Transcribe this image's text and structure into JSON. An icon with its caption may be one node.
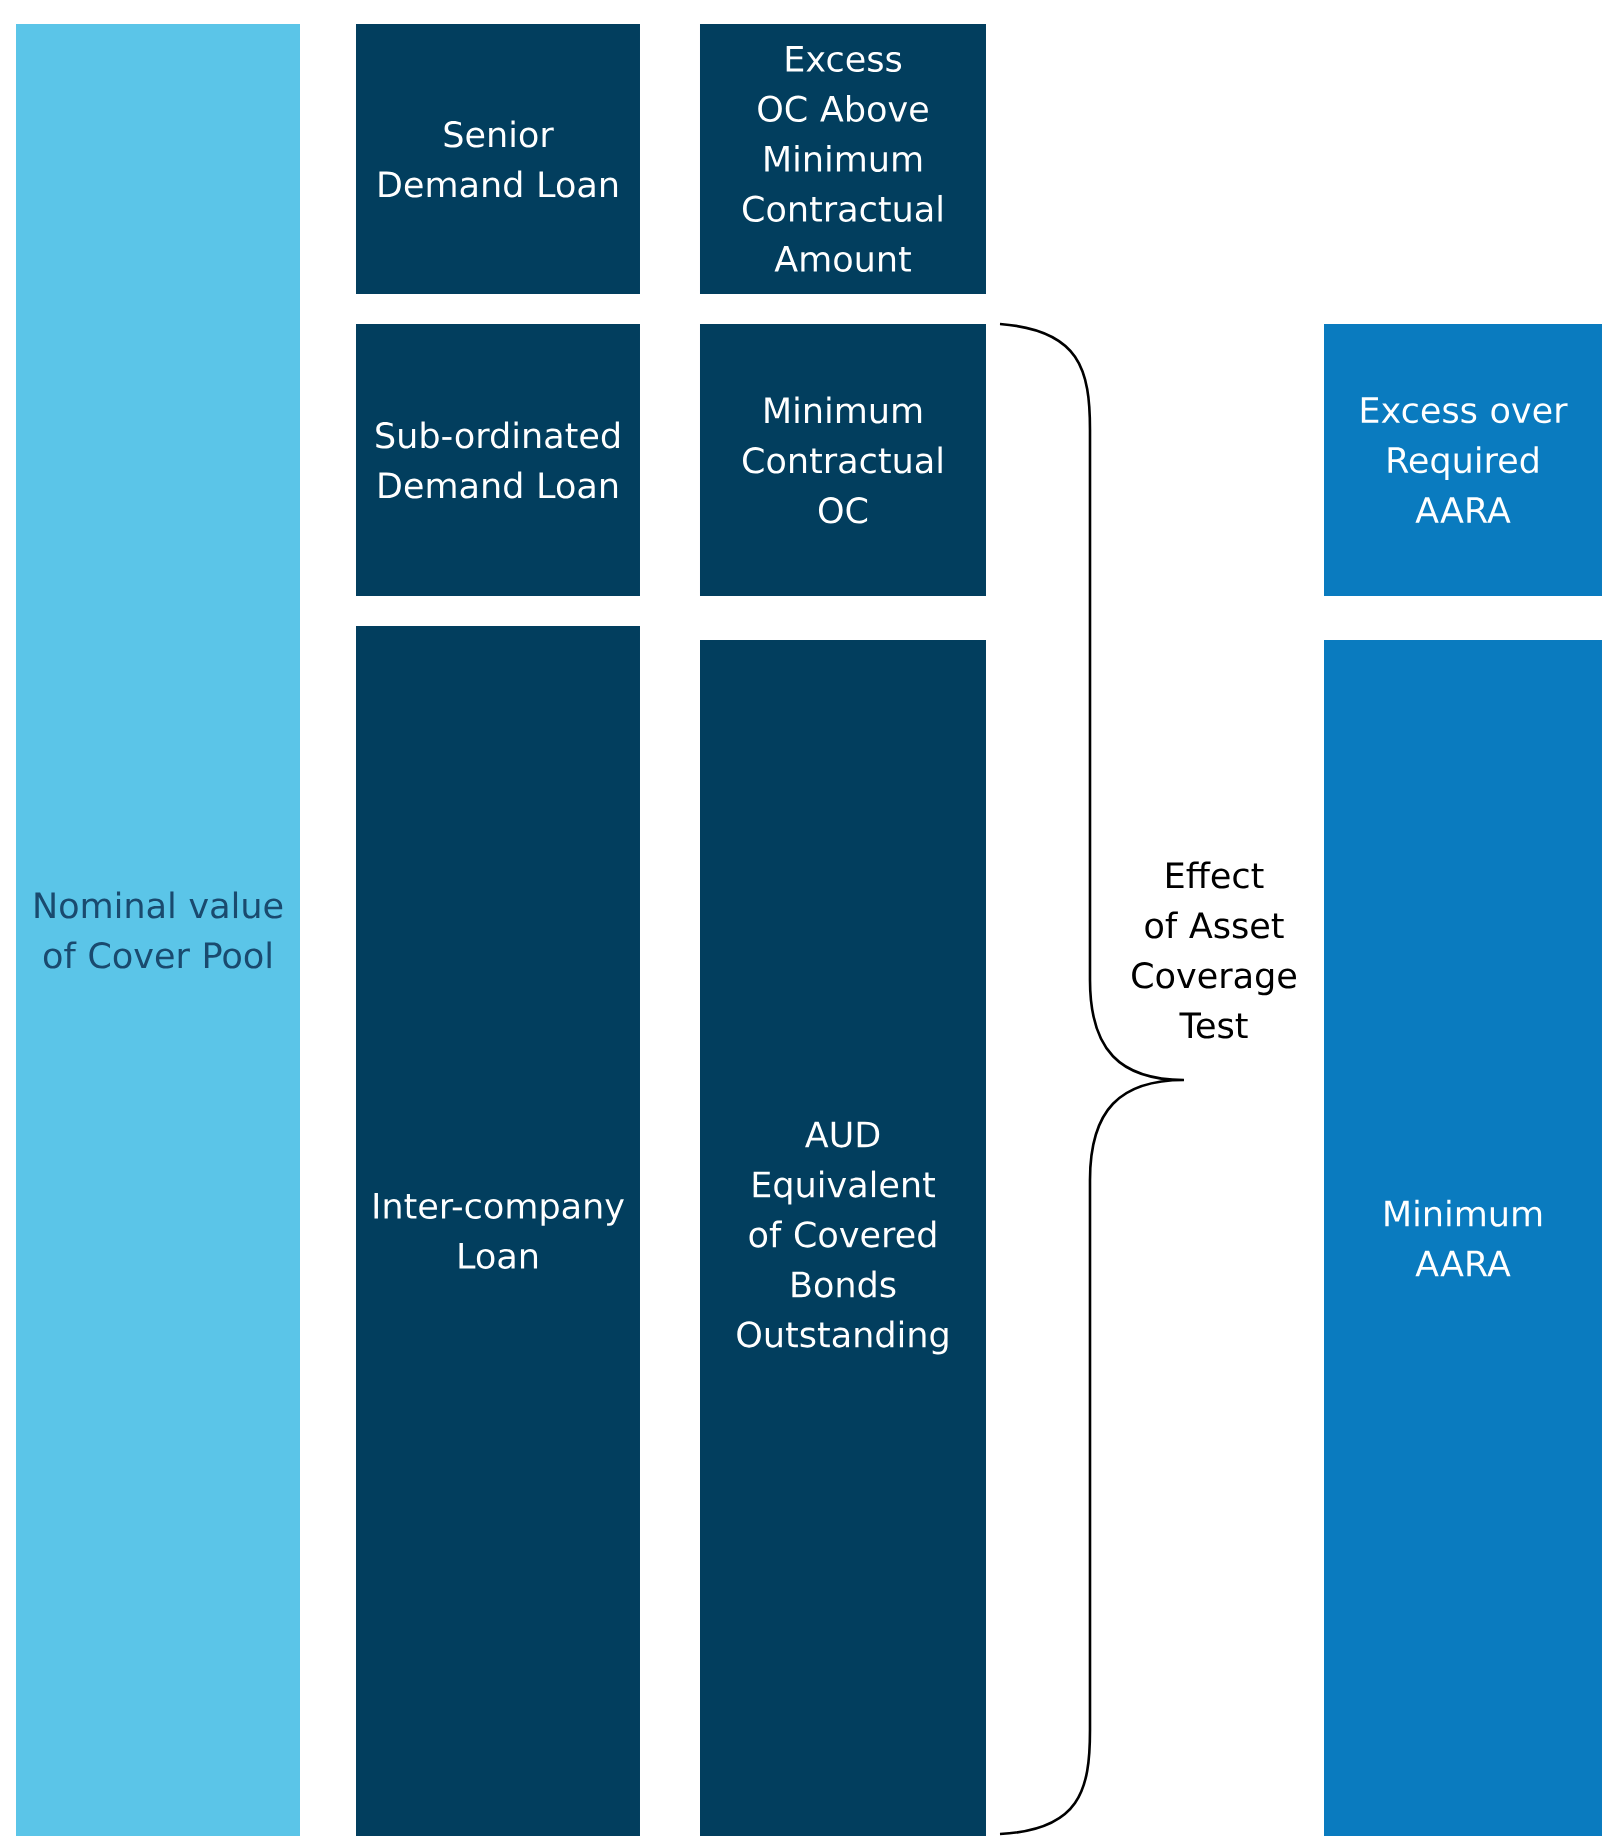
{
  "diagram": {
    "nodes": [
      {
        "text": [
          "Nominal value of Cover Pool"
        ]
      },
      {
        "text": [
          "Senior Demand Loan"
        ]
      },
      {
        "text": [
          "Sub-ordinated Demand Loan"
        ]
      },
      {
        "text": [
          "Inter-company Loan"
        ]
      },
      {
        "text": [
          "Excess OC Above Minimum Contractual Amount"
        ]
      },
      {
        "text": [
          "Minimum Contractual OC"
        ]
      },
      {
        "text": [
          "AUD Equivalent of Covered Bonds Outstanding"
        ]
      },
      {
        "text": [
          "Excess over Required AARA"
        ]
      },
      {
        "text": [
          "Minimum AARA"
        ]
      }
    ],
    "labels": [
      "Effect of Asset Coverage Test"
    ]
  }
}
